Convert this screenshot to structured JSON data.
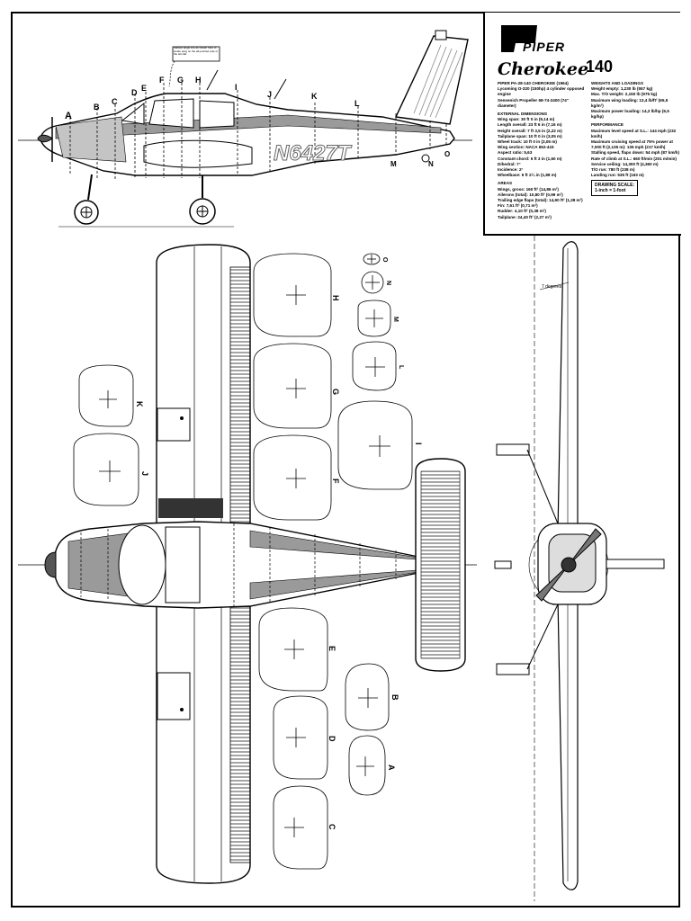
{
  "brand": "PIPER",
  "model_script": "Cherokee",
  "model_number": "140",
  "registration": "N6427T",
  "callout_note": "Marked angle line as shown here to locate wing on the aft-pointed pole of the aircraft.",
  "spec_left": {
    "heading": "PIPER PA-28-140 CHEROKEE (1964)",
    "lines": [
      "Lycoming O-320 (150hp) 4 cylinder opposed engine",
      "Sensenich Propeller 68-74-2400 (74\" diameter)"
    ],
    "dims_heading": "EXTERNAL DIMENSIONS",
    "dims": [
      "Wing span: 30 ft 0 in (9,14 m)",
      "Length overall: 23 ft 6 in (7,16 m)",
      "Height overall: 7 ft 3,5 in (2,22 m)",
      "Tailplane span: 10 ft 0 in (3,05 m)",
      "Wheel track: 10 ft 0 in (3,05 m)",
      "Wing section: NACA 652-415",
      "Aspect ratio: 5,63",
      "Constant chord: 5 ft 3 in (1,60 m)",
      "Dihedral: 7°",
      "Incidence: 2°",
      "Wheelbase: 6 ft 2¼ in (1,88 m)"
    ],
    "areas_heading": "AREAS",
    "areas": [
      "Wings, gross: 160 ft² (14,86 m²)",
      "Ailerons (total): 10,80 ft² (0,99 m²)",
      "Trailing edge flaps (total): 14,90 ft² (1,38 m²)",
      "Fin: 7,61 ft² (0,71 m²)",
      "Rudder: 4,10 ft² (0,38 m²)",
      "Tailplane: 24,40 ft² (2,27 m²)"
    ]
  },
  "spec_right": {
    "weights_heading": "WEIGHTS AND LOADINGS",
    "weights": [
      "Weight empty: 1,230 lb (557 kg)",
      "Max. T/O weight: 2,150 lb (975 kg)",
      "Maximum wing loading: 13,4 lb/ft² (65,5 kg/m²)",
      "Maximum power loading: 14,3 lb/hp (6,5 kg/hp)"
    ],
    "perf_heading": "PERFORMANCE",
    "perf": [
      "Maximum level speed at S.L.: 144 mph (232 km/h)",
      "Maximum cruising speed at 75% power at",
      "7,000 ft (2,135 m): 135 mph (217 km/h)",
      "Stalling speed, flaps down: 54 mph (87 km/h)",
      "Rate of climb at S.L.: 660 ft/min (201 m/min)",
      "Service ceiling: 14,300 ft (4,360 m)",
      "T/O run: 780 ft (238 m)",
      "Landing run: 535 ft (163 m)"
    ],
    "scale_heading": "DRAWING SCALE:",
    "scale_value": "1-inch = 1-foot"
  },
  "station_letters": [
    "A",
    "B",
    "C",
    "D",
    "E",
    "F",
    "G",
    "H",
    "I",
    "J",
    "K",
    "L",
    "M",
    "N",
    "O"
  ],
  "dihedral_label": "7 degrees",
  "sections": {
    "left_col": [
      "K",
      "J"
    ],
    "mid_top": [
      "H",
      "G",
      "F"
    ],
    "small_top": [
      "O",
      "N",
      "M",
      "L"
    ],
    "mid_I": "I",
    "bottom_col": [
      "E",
      "D",
      "C"
    ],
    "bottom_small": [
      "B",
      "A"
    ]
  },
  "colors": {
    "ink": "#000000",
    "fuselage_gray": "#9a9a9a",
    "light_gray": "#d0d0d0"
  }
}
